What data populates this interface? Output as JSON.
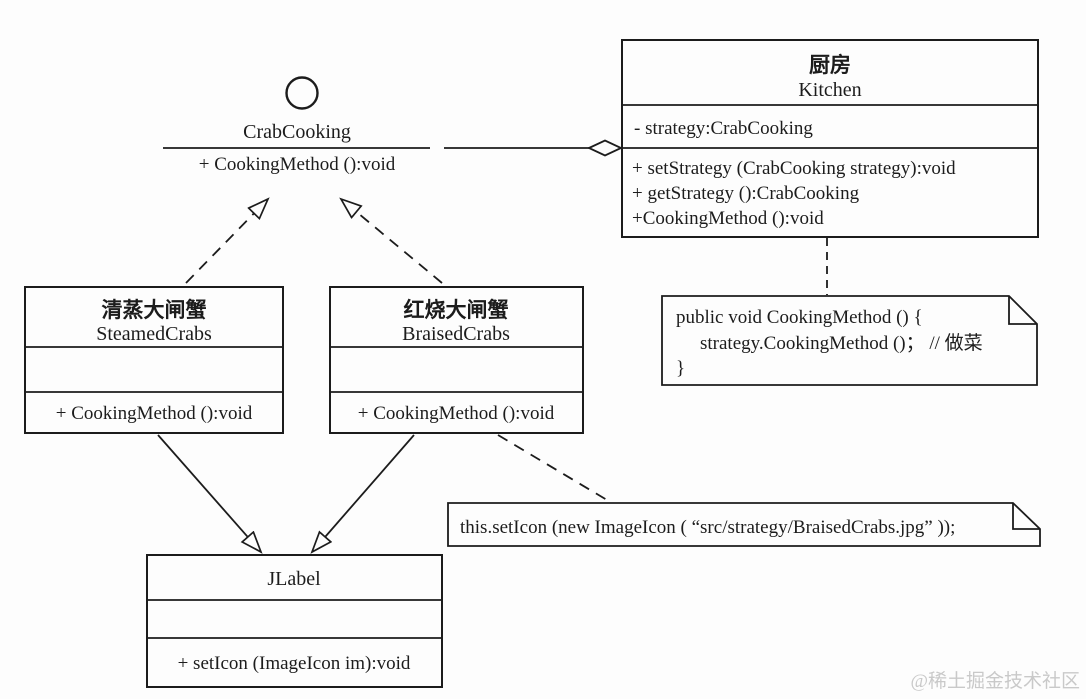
{
  "diagram": {
    "interface": {
      "name": "CrabCooking",
      "method": "+ CookingMethod ():void"
    },
    "kitchen": {
      "title_zh": "厨房",
      "title_en": "Kitchen",
      "attribute": "- strategy:CrabCooking",
      "methods": [
        "+ setStrategy (CrabCooking strategy):void",
        "+ getStrategy ():CrabCooking",
        "+CookingMethod ():void"
      ]
    },
    "steamed": {
      "title_zh": "清蒸大闸蟹",
      "title_en": "SteamedCrabs",
      "method": "+ CookingMethod ():void"
    },
    "braised": {
      "title_zh": "红烧大闸蟹",
      "title_en": "BraisedCrabs",
      "method": "+ CookingMethod ():void"
    },
    "jlabel": {
      "title": "JLabel",
      "method": "+ setIcon (ImageIcon im):void"
    },
    "note_kitchen": {
      "line1": "public void CookingMethod () {",
      "line2": "strategy.CookingMethod ()； // 做菜",
      "line3": "}"
    },
    "note_seticon": {
      "text": "this.setIcon (new ImageIcon ( “src/strategy/BraisedCrabs.jpg” ));"
    },
    "watermark": "@稀土掘金技术社区",
    "colors": {
      "line": "#1c1c1c",
      "background": "#fdfdfd",
      "watermark": "#c9c9c9"
    }
  }
}
